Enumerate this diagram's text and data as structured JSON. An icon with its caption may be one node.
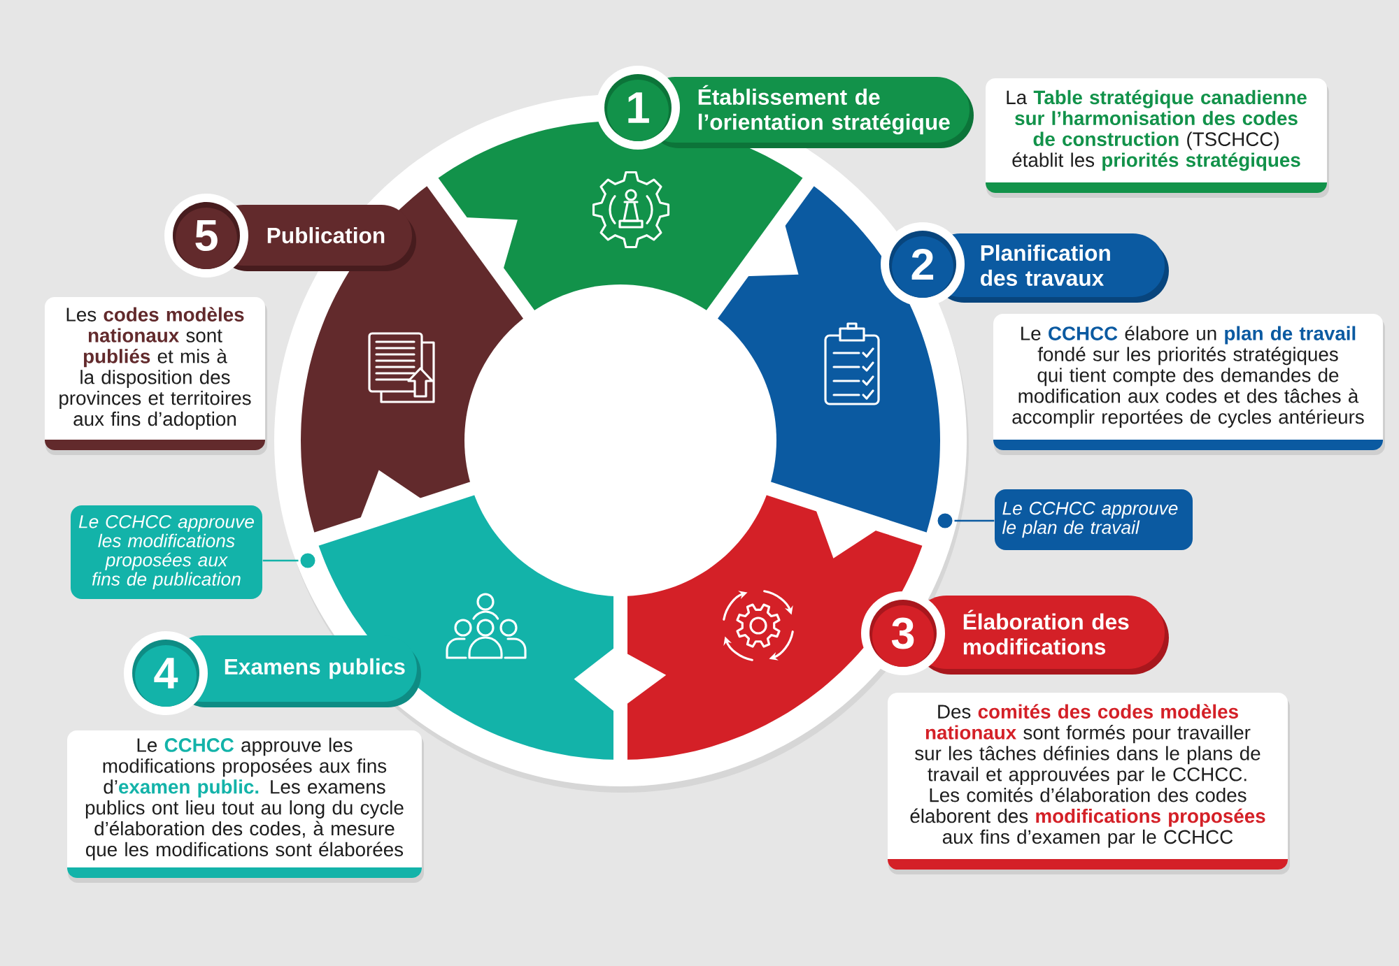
{
  "diagram": {
    "nodes": [
      {
        "text": [
          "1"
        ]
      },
      {
        "text": [
          "Établissement de l’orientation stratégique"
        ]
      },
      {
        "text": [
          "La **Table stratégique canadienne sur l’harmonisation des codes de construction** (TSCHCC) établit les **priorités stratégiques**"
        ]
      },
      {
        "text": [
          "2"
        ]
      },
      {
        "text": [
          "Planification des travaux"
        ]
      },
      {
        "text": [
          "Le **CCHCC** élabore un **plan de travail** fondé sur les priorités stratégiques qui tient compte des demandes de modification aux codes et des tâches à accomplir reportées de cycles antérieurs"
        ]
      },
      {
        "text": [
          "Le CCHCC approuve le plan de travail"
        ]
      },
      {
        "text": [],
        "shape": "circle"
      },
      {
        "text": [
          "3"
        ]
      },
      {
        "text": [
          "Élaboration des modifications"
        ]
      },
      {
        "text": [
          "Des **comités des codes modèles nationaux** sont formés pour travailler sur les tâches définies dans le plans de travail et approuvées par le CCHCC. Les comités d’élaboration des codes élaborent des **modifications proposées** aux fins d’examen par le CCHCC"
        ]
      },
      {
        "text": [
          "4"
        ]
      },
      {
        "text": [
          "Examens publics"
        ]
      },
      {
        "text": [
          "Le **CCHCC** approuve les modifications proposées aux fins d’**examen public.** Les examens publics ont lieu tout au long du cycle d’élaboration des codes, à mesure que les modifications sont élaborées"
        ]
      },
      {
        "text": [
          "5"
        ]
      },
      {
        "text": [
          "Publication"
        ]
      },
      {
        "text": [
          "Les **codes modèles nationaux** sont **publiés** et mis à la disposition des provinces et territoires aux fins d’adoption"
        ]
      },
      {
        "text": [
          "Le CCHCC approuve les modifications proposées aux fins de publication"
        ]
      },
      {
        "text": [],
        "shape": "circle"
      }
    ],
    "edges": [
      {
        "from": 6,
        "to": 7,
        "arrow": "none",
        "color": "#0b5aa1"
      },
      {
        "from": 17,
        "to": 18,
        "arrow": "none",
        "color": "#13b3a9"
      }
    ]
  }
}
